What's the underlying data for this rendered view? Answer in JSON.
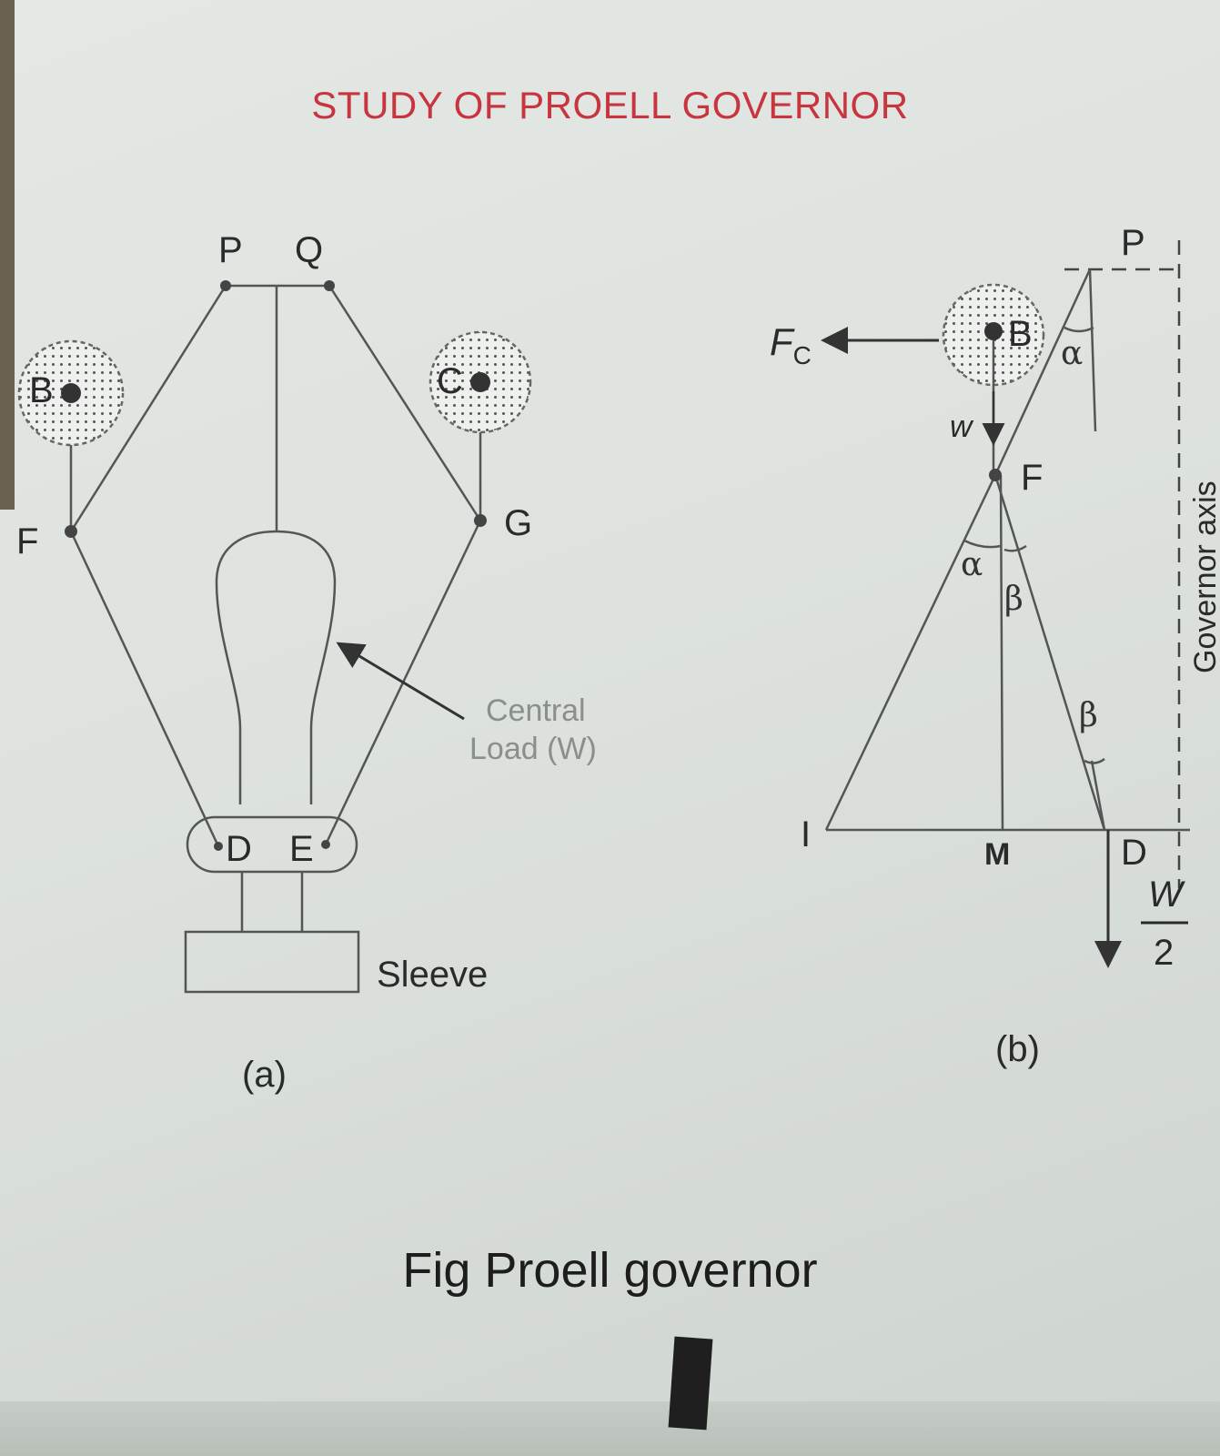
{
  "title": "STUDY OF PROELL GOVERNOR",
  "caption": "Fig Proell governor",
  "colors": {
    "title": "#c8353f",
    "ink": "#2a2a2a",
    "board": "#e0e4e1"
  },
  "figure_a": {
    "label": "(a)",
    "points": {
      "P": "P",
      "Q": "Q",
      "B": "B",
      "C": "C",
      "F": "F",
      "G": "G",
      "D": "D",
      "E": "E"
    },
    "central_load_line1": "Central",
    "central_load_line2": "Load (W)",
    "sleeve": "Sleeve"
  },
  "figure_b": {
    "label": "(b)",
    "points": {
      "P": "P",
      "B": "B",
      "F": "F",
      "I": "I",
      "M": "M",
      "D": "D"
    },
    "force_fc": "F",
    "force_fc_sub": "C",
    "weight_w": "w",
    "alpha": "α",
    "beta": "β",
    "sleeve_load_num": "W",
    "sleeve_load_den": "2",
    "axis_label": "Governor axis"
  }
}
